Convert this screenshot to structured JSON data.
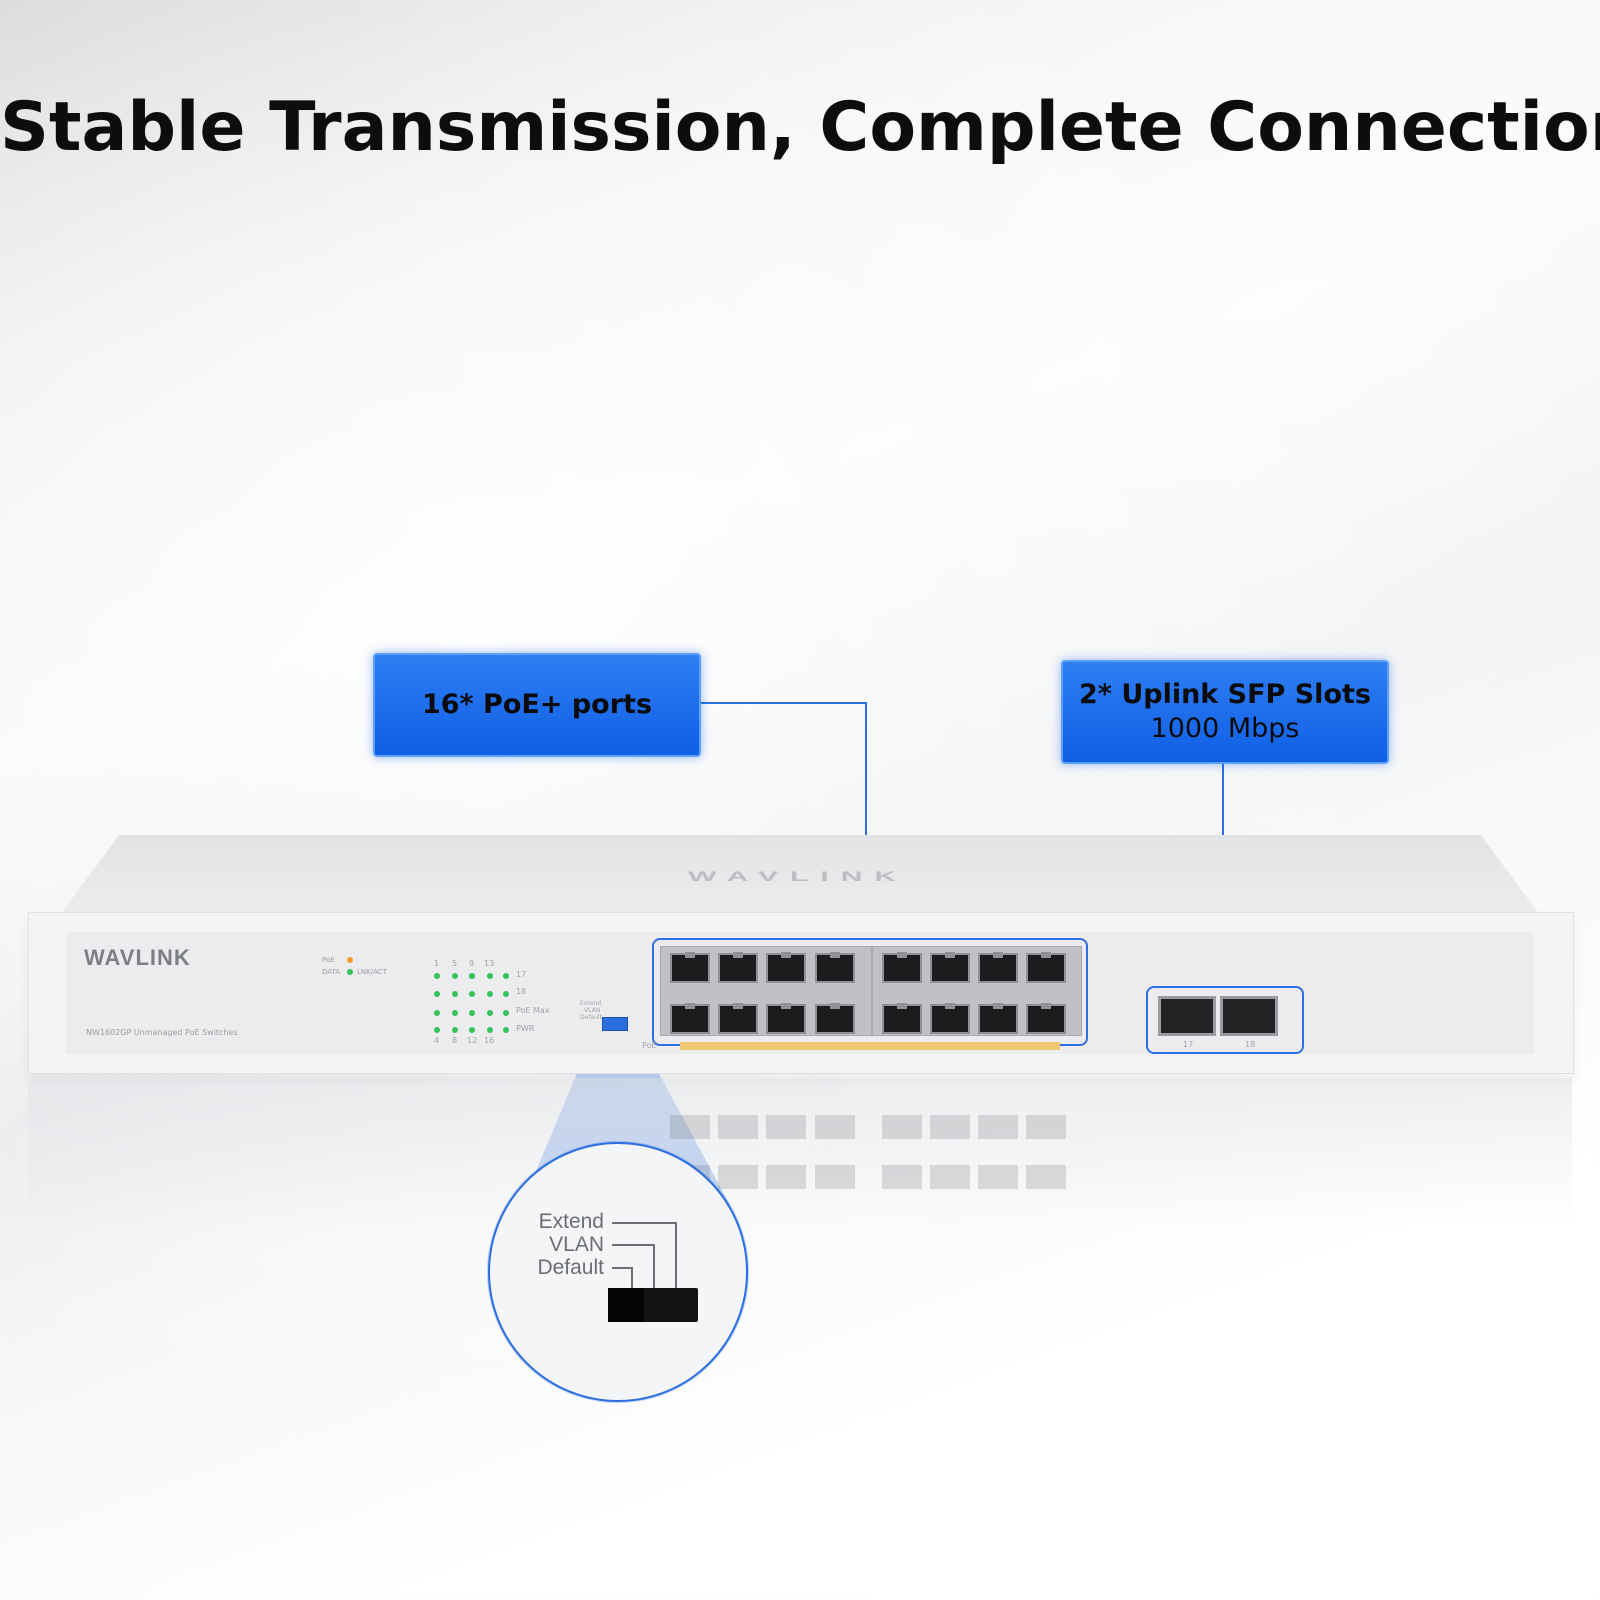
{
  "headline": "Stable Transmission, Complete Connection",
  "callouts": {
    "ports": {
      "title": "16* PoE+ ports"
    },
    "sfp": {
      "title": "2* Uplink SFP Slots",
      "subtitle": "1000 Mbps"
    }
  },
  "device": {
    "brand": "WAVLINK",
    "top_brand": "WAVLINK",
    "model": "NW1602GP Unmanaged PoE Switches",
    "legend_poe": "PoE",
    "legend_data": "DATA",
    "legend_lnk": "LNK/ACT",
    "led_row_top": [
      "1",
      "5",
      "9",
      "13"
    ],
    "led_row_bottom": [
      "4",
      "8",
      "12",
      "16"
    ],
    "led_side_labels": [
      "17",
      "18",
      "PoE Max",
      "PWR"
    ],
    "sfp_labels": [
      "17",
      "18"
    ],
    "switch_labels": [
      "Extend",
      "VLAN",
      "Default"
    ],
    "poe_strip_label": "PoE"
  },
  "zoom": {
    "labels": [
      "Extend",
      "VLAN",
      "Default"
    ]
  },
  "colors": {
    "accent": "#2d6fe0",
    "callout_fill": "#1a68ec",
    "led_green": "#35c25a",
    "led_orange": "#f0a020"
  }
}
